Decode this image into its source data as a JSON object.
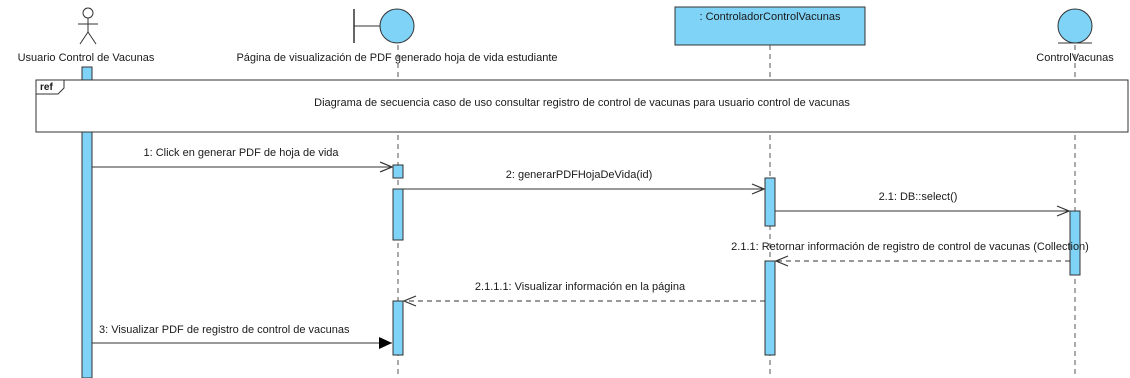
{
  "participants": {
    "actor": {
      "name": "Usuario Control de Vacunas"
    },
    "boundary": {
      "name": "Página de visualización de PDF generado hoja de vida estudiante"
    },
    "controller": {
      "name": ": ControladorControlVacunas"
    },
    "entity": {
      "name": "ControlVacunas"
    }
  },
  "fragment": {
    "tag": "ref",
    "text": "Diagrama de secuencia caso de uso consultar registro de control de vacunas para usuario control de vacunas"
  },
  "messages": [
    {
      "label": "1: Click en generar PDF de hoja de vida",
      "kind": "sync"
    },
    {
      "label": "2: generarPDFHojaDeVida(id)",
      "kind": "sync"
    },
    {
      "label": "2.1: DB::select()",
      "kind": "sync"
    },
    {
      "label": "2.1.1: Retornar información de registro de control de vacunas (Collection)",
      "kind": "return"
    },
    {
      "label": "2.1.1.1: Visualizar información en la página",
      "kind": "return"
    },
    {
      "label": "3: Visualizar PDF de registro de control de vacunas",
      "kind": "sync-filled"
    }
  ],
  "colors": {
    "activation": "#7fd3f7",
    "participant_fill": "#7fd3f7",
    "line": "#333333",
    "lifeline": "#555555"
  }
}
